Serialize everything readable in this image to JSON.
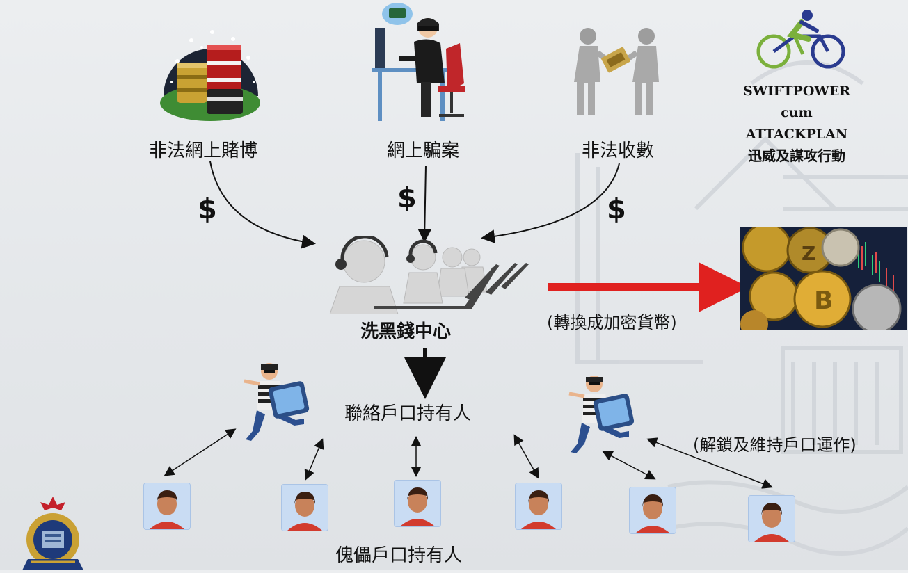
{
  "sources": [
    {
      "label": "非法網上賭博",
      "icon": "casino-chips-icon"
    },
    {
      "label": "網上騙案",
      "icon": "hacker-at-computer-icon"
    },
    {
      "label": "非法收數",
      "icon": "cash-handover-icon"
    }
  ],
  "dollar_sign": "$",
  "center": {
    "label": "洗黑錢中心",
    "icon": "call-center-icon"
  },
  "crypto": {
    "label": "(轉換成加密貨幣)",
    "icon": "cryptocurrency-coins-icon"
  },
  "contact_holders": {
    "label": "聯絡戶口持有人",
    "icon": "thief-with-phone-icon"
  },
  "unlock_note": "(解鎖及維持戶口運作)",
  "puppet_holders": {
    "label": "傀儡戶口持有人",
    "icon": "person-avatar-icon"
  },
  "operation": {
    "name_line1": "SWIFTPOWER",
    "name_line2": "cum",
    "name_line3": "ATTACKPLAN",
    "name_zh": "迅威及謀攻行動",
    "logo_icon": "cyclist-logo-icon"
  },
  "emblem_icon": "police-emblem-icon",
  "colors": {
    "crypto_arrow": "#e0211f",
    "text": "#111111",
    "avatar_bg": "#c9dcf3"
  }
}
